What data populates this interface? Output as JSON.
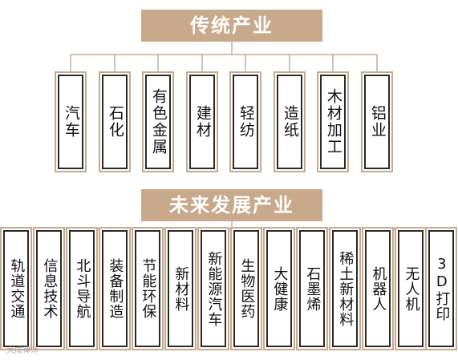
{
  "traditional": {
    "title": "传统产业",
    "items": [
      "汽车",
      "石化",
      "有色金属",
      "建材",
      "轻纺",
      "造纸",
      "木材加工",
      "铝业"
    ]
  },
  "future": {
    "title": "未来发展产业",
    "items": [
      "轨道交通",
      "信息技术",
      "北斗导航",
      "装备制造",
      "节能环保",
      "新材料",
      "新能源汽车",
      "生物医药",
      "大健康",
      "石墨烯",
      "稀土新材料",
      "机器人",
      "无人机",
      "3D打印"
    ]
  },
  "colors": {
    "banner": "#c9a98b",
    "box_border": "#2a2a2a",
    "connector": "#b89a80"
  },
  "watermark": "大成律师"
}
